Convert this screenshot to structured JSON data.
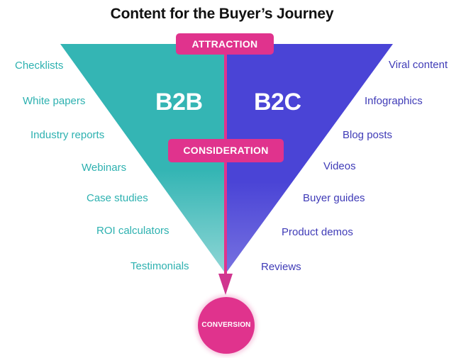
{
  "title": "Content for the Buyer’s Journey",
  "stages": {
    "top": "ATTRACTION",
    "middle": "CONSIDERATION",
    "bottom": "CONVERSION"
  },
  "segments": {
    "left": "B2B",
    "right": "B2C"
  },
  "b2b_items": [
    "Checklists",
    "White papers",
    "Industry reports",
    "Webinars",
    "Case studies",
    "ROI calculators",
    "Testimonials"
  ],
  "b2c_items": [
    "Viral content",
    "Infographics",
    "Blog posts",
    "Videos",
    "Buyer guides",
    "Product demos",
    "Reviews"
  ],
  "colors": {
    "b2b": "#34b5b4",
    "b2c": "#4a44d6",
    "accent": "#e0338d",
    "b2b_text": "#2db1b0",
    "b2c_text": "#3f3bb7"
  }
}
